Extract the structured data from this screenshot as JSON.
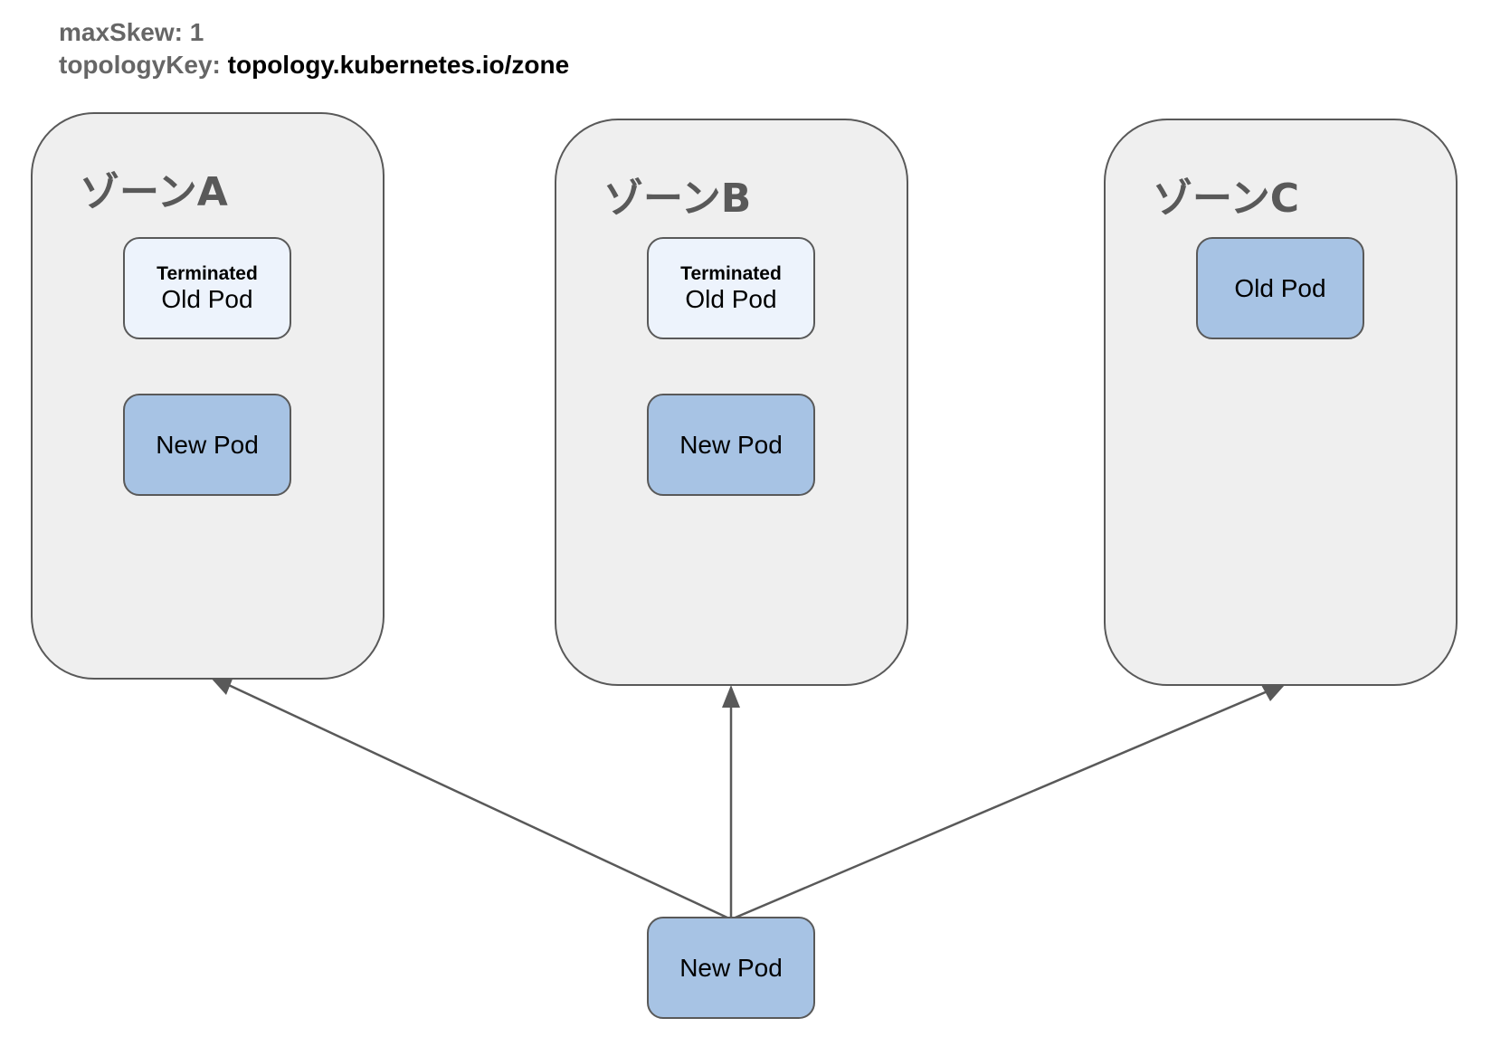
{
  "header": {
    "max_skew_key": "maxSkew:",
    "max_skew_value": "1",
    "topology_key_key": "topologyKey:",
    "topology_key_value": "topology.kubernetes.io/zone"
  },
  "zones": [
    {
      "title": "ゾーンA",
      "pods": [
        {
          "status": "Terminated",
          "label": "Old Pod"
        },
        {
          "label": "New Pod"
        }
      ]
    },
    {
      "title": "ゾーンB",
      "pods": [
        {
          "status": "Terminated",
          "label": "Old Pod"
        },
        {
          "label": "New Pod"
        }
      ]
    },
    {
      "title": "ゾーンC",
      "pods": [
        {
          "label": "Old Pod"
        }
      ]
    }
  ],
  "incoming_pod": {
    "label": "New Pod"
  },
  "colors": {
    "zone_fill": "#efefef",
    "border": "#595959",
    "pod_fill": "#a7c3e4",
    "terminated_fill": "#edf3fc",
    "arrow": "#595959"
  }
}
